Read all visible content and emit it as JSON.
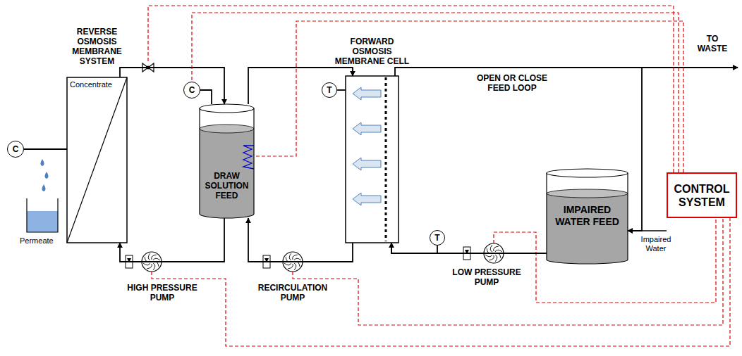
{
  "diagram": {
    "nodes": [
      {
        "text": [
          "REVERSE OSMOSIS MEMBRANE SYSTEM",
          "Concentrate"
        ]
      },
      {
        "text": [
          "C"
        ]
      },
      {
        "text": [
          "C"
        ]
      },
      {
        "text": [
          "DRAW SOLUTION FEED"
        ]
      },
      {
        "text": [
          "T"
        ]
      },
      {
        "text": [
          "FORWARD OSMOSIS MEMBRANE CELL"
        ]
      },
      {
        "text": [
          "IMPAIRED WATER FEED"
        ]
      },
      {
        "text": [
          "T"
        ]
      },
      {
        "text": [
          "CONTROL SYSTEM"
        ]
      }
    ],
    "edges": [
      {
        "from": 0,
        "to": 3,
        "arrow": "to"
      },
      {
        "from": 3,
        "to": 0,
        "arrow": "to"
      },
      {
        "from": 3,
        "to": 5,
        "arrow": "to"
      },
      {
        "from": 5,
        "to": 3,
        "arrow": "to"
      },
      {
        "from": 6,
        "to": 5,
        "arrow": "to"
      },
      {
        "from": 5,
        "to": 6,
        "arrow": "to"
      },
      {
        "from": 1,
        "to": 0,
        "arrow": "none"
      },
      {
        "from": 2,
        "to": 3,
        "arrow": "none"
      },
      {
        "from": 4,
        "to": 5,
        "arrow": "none"
      },
      {
        "from": 7,
        "to": 5,
        "arrow": "none"
      },
      {
        "from": 8,
        "to": 2,
        "arrow": "none"
      },
      {
        "from": 8,
        "to": 3,
        "arrow": "none"
      }
    ],
    "labels": [
      "TO WASTE",
      "OPEN OR CLOSE FEED LOOP",
      "Permeate",
      "HIGH PRESSURE PUMP",
      "RECIRCULATION PUMP",
      "LOW PRESSURE PUMP",
      "Impaired Water"
    ]
  }
}
